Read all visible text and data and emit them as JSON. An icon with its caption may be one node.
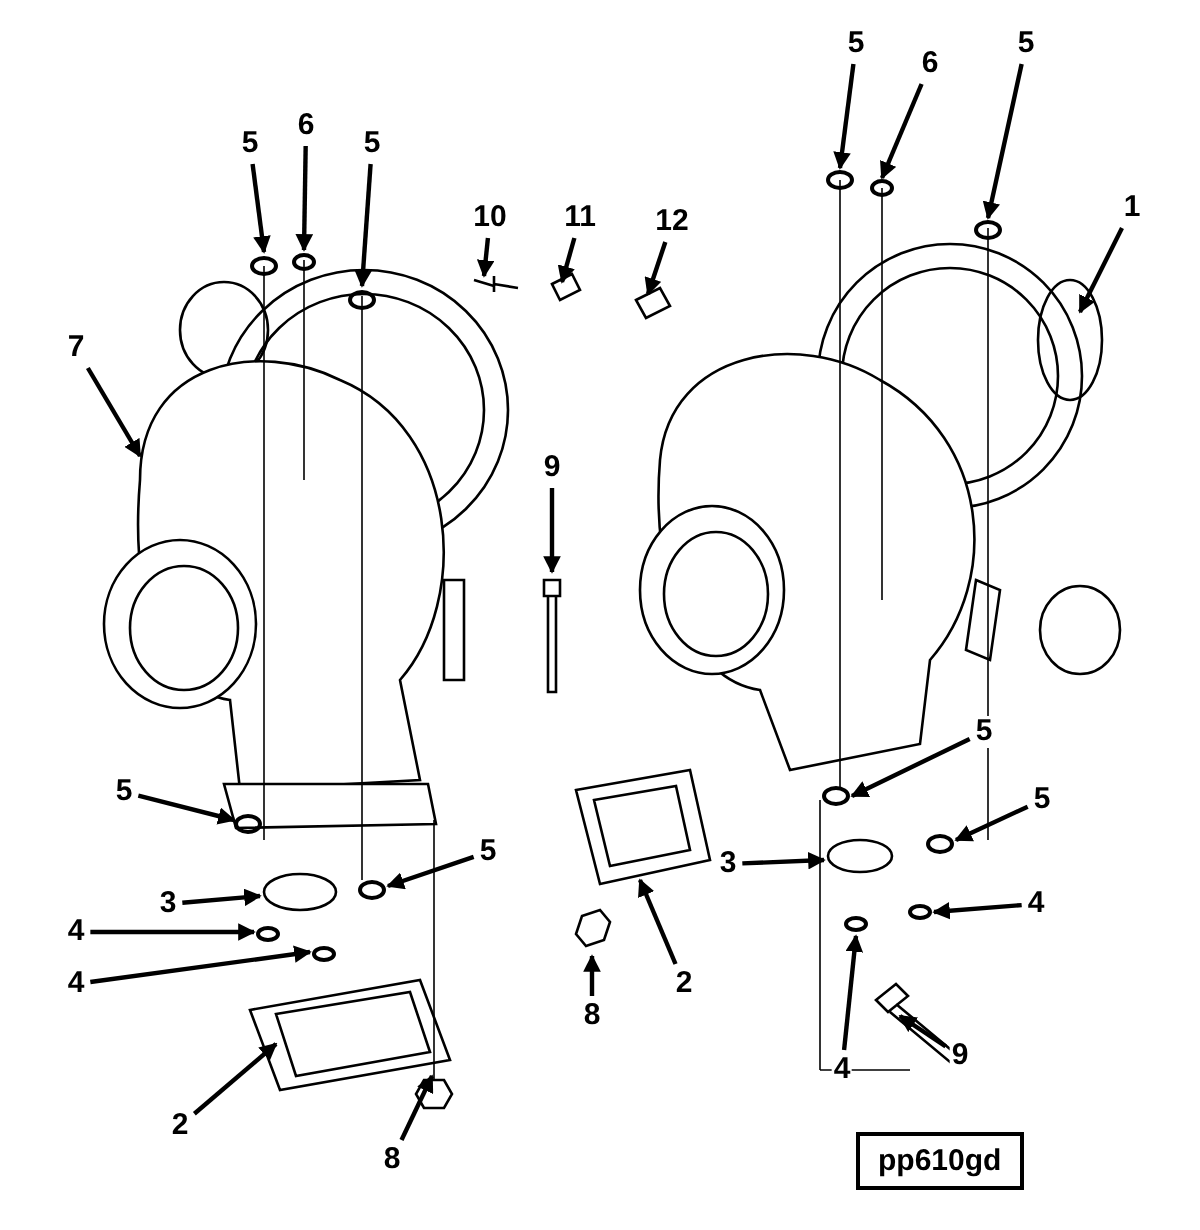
{
  "diagram": {
    "nodes": [
      {
        "text": [
          "5"
        ]
      },
      {
        "text": [
          "6"
        ]
      },
      {
        "text": [
          "5"
        ]
      },
      {
        "text": [
          "10"
        ]
      },
      {
        "text": [
          "11"
        ]
      },
      {
        "text": [
          "12"
        ]
      },
      {
        "text": [
          "5"
        ]
      },
      {
        "text": [
          "6"
        ]
      },
      {
        "text": [
          "5"
        ]
      },
      {
        "text": [
          "1"
        ]
      },
      {
        "text": [
          "7"
        ]
      },
      {
        "text": [
          "9"
        ]
      },
      {
        "text": [
          "5"
        ]
      },
      {
        "text": [
          "5"
        ]
      },
      {
        "text": [
          "5"
        ]
      },
      {
        "text": [
          "5"
        ]
      },
      {
        "text": [
          "3"
        ]
      },
      {
        "text": [
          "3"
        ]
      },
      {
        "text": [
          "4"
        ]
      },
      {
        "text": [
          "4"
        ]
      },
      {
        "text": [
          "4"
        ]
      },
      {
        "text": [
          "8"
        ]
      },
      {
        "text": [
          "2"
        ]
      },
      {
        "text": [
          "9"
        ]
      },
      {
        "text": [
          "4"
        ]
      },
      {
        "text": [
          "2"
        ]
      },
      {
        "text": [
          "8"
        ]
      }
    ],
    "edges": [
      {
        "from": 0,
        "to": null,
        "arrow": "to"
      },
      {
        "from": 1,
        "to": null,
        "arrow": "to"
      },
      {
        "from": 2,
        "to": null,
        "arrow": "to"
      },
      {
        "from": 3,
        "to": null,
        "arrow": "to"
      },
      {
        "from": 4,
        "to": null,
        "arrow": "to"
      },
      {
        "from": 5,
        "to": null,
        "arrow": "to"
      },
      {
        "from": 6,
        "to": null,
        "arrow": "to"
      },
      {
        "from": 7,
        "to": null,
        "arrow": "to"
      },
      {
        "from": 8,
        "to": null,
        "arrow": "to"
      },
      {
        "from": 9,
        "to": null,
        "arrow": "to"
      },
      {
        "from": 10,
        "to": null,
        "arrow": "to"
      },
      {
        "from": 11,
        "to": null,
        "arrow": "to"
      },
      {
        "from": 12,
        "to": null,
        "arrow": "to"
      },
      {
        "from": 13,
        "to": null,
        "arrow": "to"
      },
      {
        "from": 14,
        "to": null,
        "arrow": "to"
      },
      {
        "from": 15,
        "to": null,
        "arrow": "to"
      },
      {
        "from": 16,
        "to": null,
        "arrow": "to"
      },
      {
        "from": 17,
        "to": null,
        "arrow": "to"
      },
      {
        "from": 18,
        "to": null,
        "arrow": "to"
      },
      {
        "from": 19,
        "to": null,
        "arrow": "to"
      },
      {
        "from": 20,
        "to": null,
        "arrow": "to"
      },
      {
        "from": 21,
        "to": null,
        "arrow": "to"
      },
      {
        "from": 22,
        "to": null,
        "arrow": "to"
      },
      {
        "from": 23,
        "to": null,
        "arrow": "to"
      },
      {
        "from": 24,
        "to": null,
        "arrow": "to"
      },
      {
        "from": 25,
        "to": null,
        "arrow": "to"
      },
      {
        "from": 26,
        "to": null,
        "arrow": "to"
      }
    ],
    "labels": [
      "pp610gd"
    ]
  }
}
